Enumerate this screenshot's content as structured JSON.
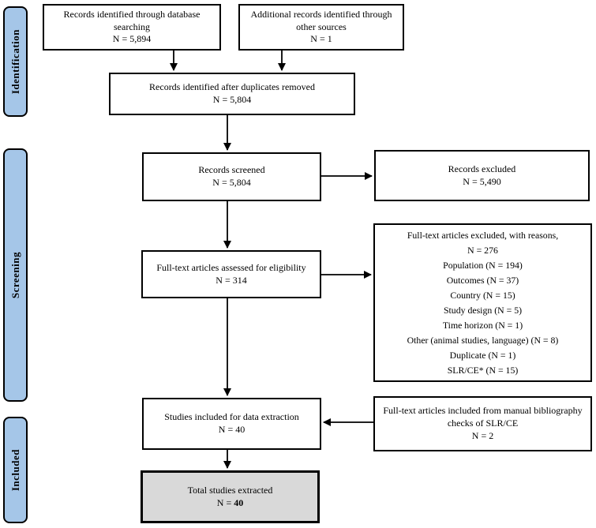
{
  "title": "PRISMA study selection flow diagram",
  "colors": {
    "stage_fill": "#a5c6e8",
    "box_fill": "#ffffff",
    "total_fill": "#d9d9d9",
    "border": "#000000"
  },
  "stages": [
    {
      "label": "Identification"
    },
    {
      "label": "Screening"
    },
    {
      "label": "Included"
    }
  ],
  "boxes": {
    "db_search": {
      "text": "Records identified through database searching",
      "n": "N = 5,894"
    },
    "other_sources": {
      "text": "Additional records identified through other sources",
      "n": "N = 1"
    },
    "duplicates_removed": {
      "text": "Records identified after duplicates removed",
      "n": "N = 5,804"
    },
    "screened": {
      "text": "Records screened",
      "n": "N = 5,804"
    },
    "excluded": {
      "text": "Records excluded",
      "n": "N = 5,490"
    },
    "fulltext_assessed": {
      "text": "Full-text articles assessed for eligibility",
      "n": "N = 314"
    },
    "fulltext_excluded": {
      "header": "Full-text articles excluded, with reasons,",
      "n": "N = 276",
      "reasons": [
        "Population (N = 194)",
        "Outcomes (N = 37)",
        "Country (N = 15)",
        "Study design (N = 5)",
        "Time horizon (N = 1)",
        "Other (animal studies, language) (N = 8)",
        "Duplicate (N = 1)",
        "SLR/CE* (N = 15)"
      ]
    },
    "data_extraction": {
      "text": "Studies included for data extraction",
      "n": "N = 40"
    },
    "manual_bibliography": {
      "text": "Full-text articles included from manual bibliography checks of SLR/CE",
      "n": "N = 2"
    },
    "total": {
      "text": "Total studies extracted",
      "n_prefix": "N = ",
      "n_value": "40"
    }
  }
}
